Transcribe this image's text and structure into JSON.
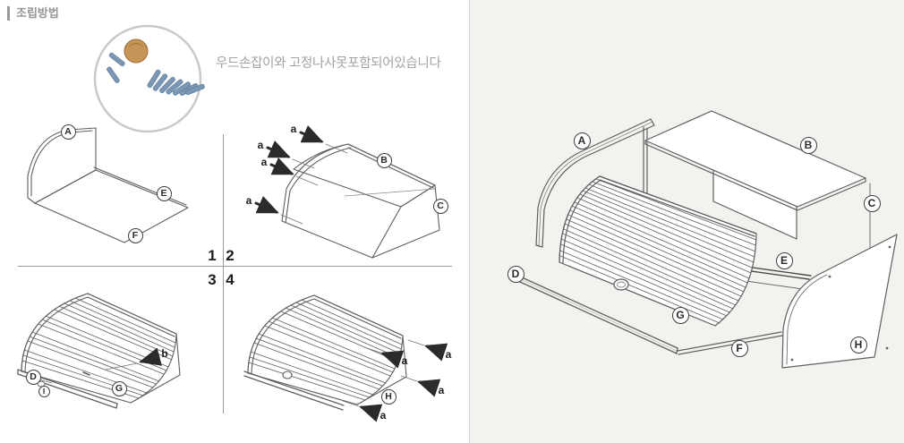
{
  "header": {
    "title": "조립방법"
  },
  "hardware_note": {
    "text": "우드손잡이와 고정나사못포함되어있습니다"
  },
  "step_numbers": {
    "1": "1",
    "2": "2",
    "3": "3",
    "4": "4"
  },
  "part_labels": {
    "A": "A",
    "B": "B",
    "C": "C",
    "D": "D",
    "E": "E",
    "F": "F",
    "G": "G",
    "H": "H",
    "I": "I"
  },
  "screw_labels": {
    "a": "a",
    "b": "b"
  },
  "colors": {
    "line": "#5f5f5f",
    "label_ring": "#3d3d3d",
    "divider": "#9a9a9a",
    "right_panel_bg": "#f3f2ef",
    "knob_wood": "#c79457",
    "screw_blue": "#7b97b3"
  }
}
